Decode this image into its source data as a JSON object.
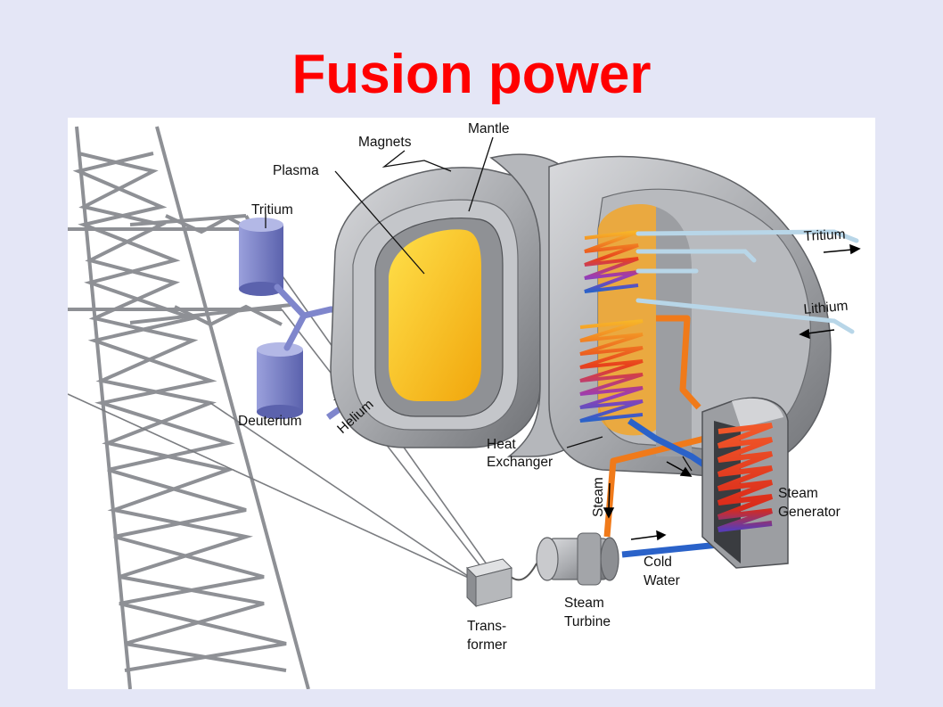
{
  "slide": {
    "title": "Fusion power",
    "title_color": "#ff0000",
    "background_color": "#e4e6f6"
  },
  "diagram": {
    "labels": {
      "magnets": "Magnets",
      "mantle": "Mantle",
      "plasma": "Plasma",
      "tritium_left": "Tritium",
      "deuterium": "Deuterium",
      "helium": "Helium",
      "tritium_right": "Tritium",
      "lithium": "Lithium",
      "heat_exchanger_1": "Heat",
      "heat_exchanger_2": "Exchanger",
      "steam_pipe": "Steam",
      "steam_generator_1": "Steam",
      "steam_generator_2": "Generator",
      "cold_water_1": "Cold",
      "cold_water_2": "Water",
      "steam_turbine_1": "Steam",
      "steam_turbine_2": "Turbine",
      "transformer_1": "Trans-",
      "transformer_2": "former"
    },
    "colors": {
      "plasma": "#f7c51c",
      "magnet_gray": "#a9abaf",
      "tank_blue": "#7f86cc",
      "steam_orange": "#f07a1a",
      "cold_water_blue": "#2a62c9",
      "coil_red": "#e8401c",
      "pylon_gray": "#8e9095"
    }
  }
}
